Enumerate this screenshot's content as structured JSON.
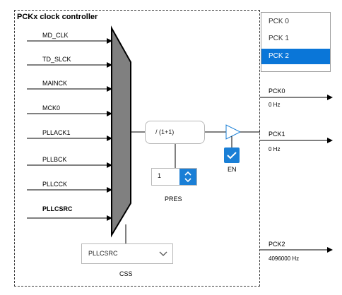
{
  "controller": {
    "title": "PCKx clock controller"
  },
  "inputs": [
    {
      "label": "MD_CLK",
      "bold": false
    },
    {
      "label": "TD_SLCK",
      "bold": false
    },
    {
      "label": "MAINCK",
      "bold": false
    },
    {
      "label": "MCK0",
      "bold": false
    },
    {
      "label": "PLLACK1",
      "bold": false
    },
    {
      "label": "PLLBCK",
      "bold": false
    },
    {
      "label": "PLLCCK",
      "bold": false
    },
    {
      "label": "PLLCSRC",
      "bold": true
    }
  ],
  "divider": {
    "text": "/ (1+1)"
  },
  "prescaler": {
    "value": "1",
    "label": "PRES"
  },
  "enable": {
    "label": "EN",
    "checked": true
  },
  "css": {
    "selected": "PLLCSRC",
    "label": "CSS"
  },
  "output_dropdown": {
    "items": [
      "PCK 0",
      "PCK 1",
      "PCK 2"
    ],
    "selected_index": 2
  },
  "outputs": [
    {
      "name": "PCK0",
      "frequency": "0 Hz"
    },
    {
      "name": "PCK1",
      "frequency": "0 Hz"
    },
    {
      "name": "PCK2",
      "frequency": "4096000 Hz"
    }
  ],
  "colors": {
    "mux_fill": "#808080",
    "accent": "#1a7fd6",
    "selected_bg": "#0a76d8"
  },
  "icons": {
    "stepper": "chevron-up-down-icon",
    "checkbox": "check-icon",
    "select": "chevron-down-icon",
    "output_arrow": "arrow-right-icon",
    "buffer": "buffer-triangle-icon",
    "mux": "multiplexer-icon"
  }
}
